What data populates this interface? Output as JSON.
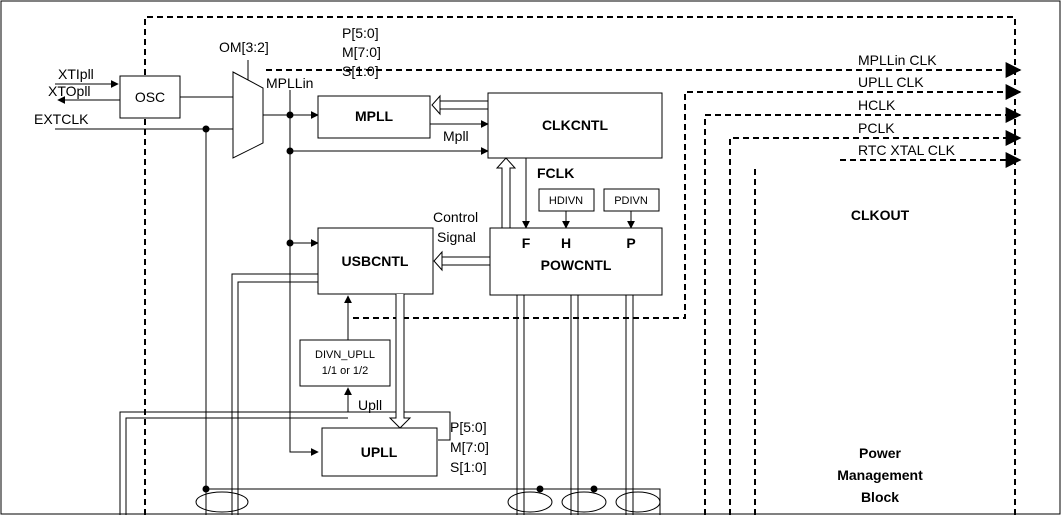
{
  "labels": {
    "om": "OM[3:2]",
    "p_top": "P[5:0]",
    "m_top": "M[7:0]",
    "s_top": "S[1:0]",
    "mpllin": "MPLLin",
    "xtipll": "XTIpll",
    "xtopll": "XTOpll",
    "extclk": "EXTCLK",
    "osc": "OSC",
    "mpll": "MPLL",
    "clkcntl": "CLKCNTL",
    "mpll_sig": "Mpll",
    "fclk": "FCLK",
    "hdivn": "HDIVN",
    "pdivn": "PDIVN",
    "control": "Control",
    "signal": "Signal",
    "f": "F",
    "h": "H",
    "p": "P",
    "powcntl": "POWCNTL",
    "usbcntl": "USBCNTL",
    "divn_upll_1": "DIVN_UPLL",
    "divn_upll_2": "1/1 or 1/2",
    "upll_sig": "Upll",
    "upll": "UPLL",
    "p_bot": "P[5:0]",
    "m_bot": "M[7:0]",
    "s_bot": "S[1:0]",
    "out_mpllin": "MPLLin CLK",
    "out_upll": "UPLL CLK",
    "out_hclk": "HCLK",
    "out_pclk": "PCLK",
    "out_rtc": "RTC XTAL CLK",
    "clkout": "CLKOUT",
    "pmb_1": "Power",
    "pmb_2": "Management",
    "pmb_3": "Block"
  }
}
